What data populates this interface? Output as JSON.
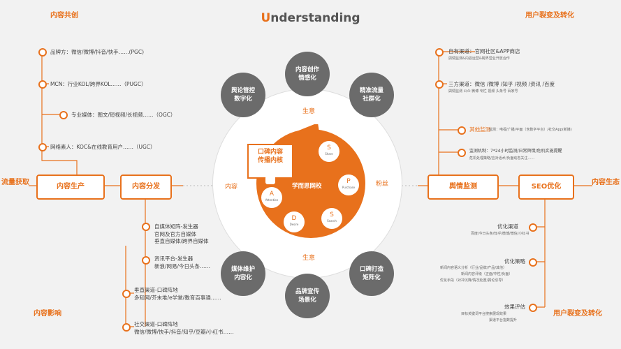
{
  "title_prefix": "U",
  "title_rest": "nderstanding",
  "corners": {
    "tl": "内容共创",
    "tr": "用户裂变及转化",
    "bl": "内容影响",
    "br": "用户裂变及转化"
  },
  "edges": {
    "left": "流量获取",
    "right": "内容生态"
  },
  "boxes": {
    "production": "内容生产",
    "distribution": "内容分发",
    "monitor": "舆情监测",
    "seo": "SEO优化"
  },
  "left_top": [
    "品牌方：微信/微博/抖音/快手……(PGC)",
    "MCN：行业KOL/跨界KOL……（PUGC）",
    "专业媒体：图文/短视频/长视频……（OGC）",
    "网络素人：KOC&在线教育用户……（UGC）"
  ],
  "left_bottom": [
    [
      "自媒体矩阵-发生器",
      "官网及官方自媒体",
      "垂直自媒体/跨界自媒体"
    ],
    [
      "资讯平台-发生器",
      "新浪/网易/今日头条……"
    ],
    [
      "垂直渠道-口碑阵地",
      "多知网/芥末堆/e学堂/教育百事通……"
    ],
    [
      "社交渠道-口碑阵地",
      "微信/微博/快手/抖音/知乎/豆瓣/小红书……"
    ]
  ],
  "right_top": [
    {
      "main": "自有渠道：官网社区&APP商店",
      "sub": "舆情监测&内容运营&跨界营业开放合作"
    },
    {
      "main": "三方渠道：微信 /微博 /知乎 /视频 /资讯 /百度",
      "sub": "舆情监测   公众 微博 专栏 视频 头条号 百家号"
    },
    {
      "main": "其他监测",
      "sub": "监测：电视/广播/平面（含数字平台）/社交App(新媒)"
    },
    {
      "main": "监测机制：7*24小时监测/日常舆情/危机实施提醒",
      "sub": "危机处理策略/应对话术/负面动态关注……"
    }
  ],
  "right_bottom": [
    {
      "head": "优化渠道",
      "lines": [
        "百度/今日头条/知乎/微博/微信/小红书"
      ]
    },
    {
      "head": "优化策略",
      "lines": [
        "新闻内容语义分析（行业/品牌/产品/其他）",
        "新闻内容评级（正面/中性/负面）",
        "优化手段（对冲沉降/情况处置/舆论引导）"
      ]
    },
    {
      "head": "效果评估",
      "lines": [
        "目标关键词平台搜索展现效果",
        "渠道平台指数提升"
      ]
    }
  ],
  "grey_circles": {
    "top": "内容创作\n情感化",
    "tl": "舆论管控\n数字化",
    "tr": "精准流量\n社群化",
    "bl": "媒体维护\n内容化",
    "br": "口碑打造\n矩阵化",
    "bottom": "品牌宣传\n场景化"
  },
  "ring": {
    "top": "生意",
    "bottom": "生意",
    "left": "内容",
    "right": "粉丝"
  },
  "callout": "口碑内容\n传播内核",
  "center_label": "学而思网校",
  "steps": [
    {
      "letter": "S",
      "word": "Share"
    },
    {
      "letter": "P",
      "word": "Purchase"
    },
    {
      "letter": "S",
      "word": "Search"
    },
    {
      "letter": "D",
      "word": "Desire"
    },
    {
      "letter": "A",
      "word": "Attention"
    }
  ],
  "colors": {
    "accent": "#e8711c",
    "grey": "#6b6b6b",
    "bg": "#f2f2f2"
  }
}
